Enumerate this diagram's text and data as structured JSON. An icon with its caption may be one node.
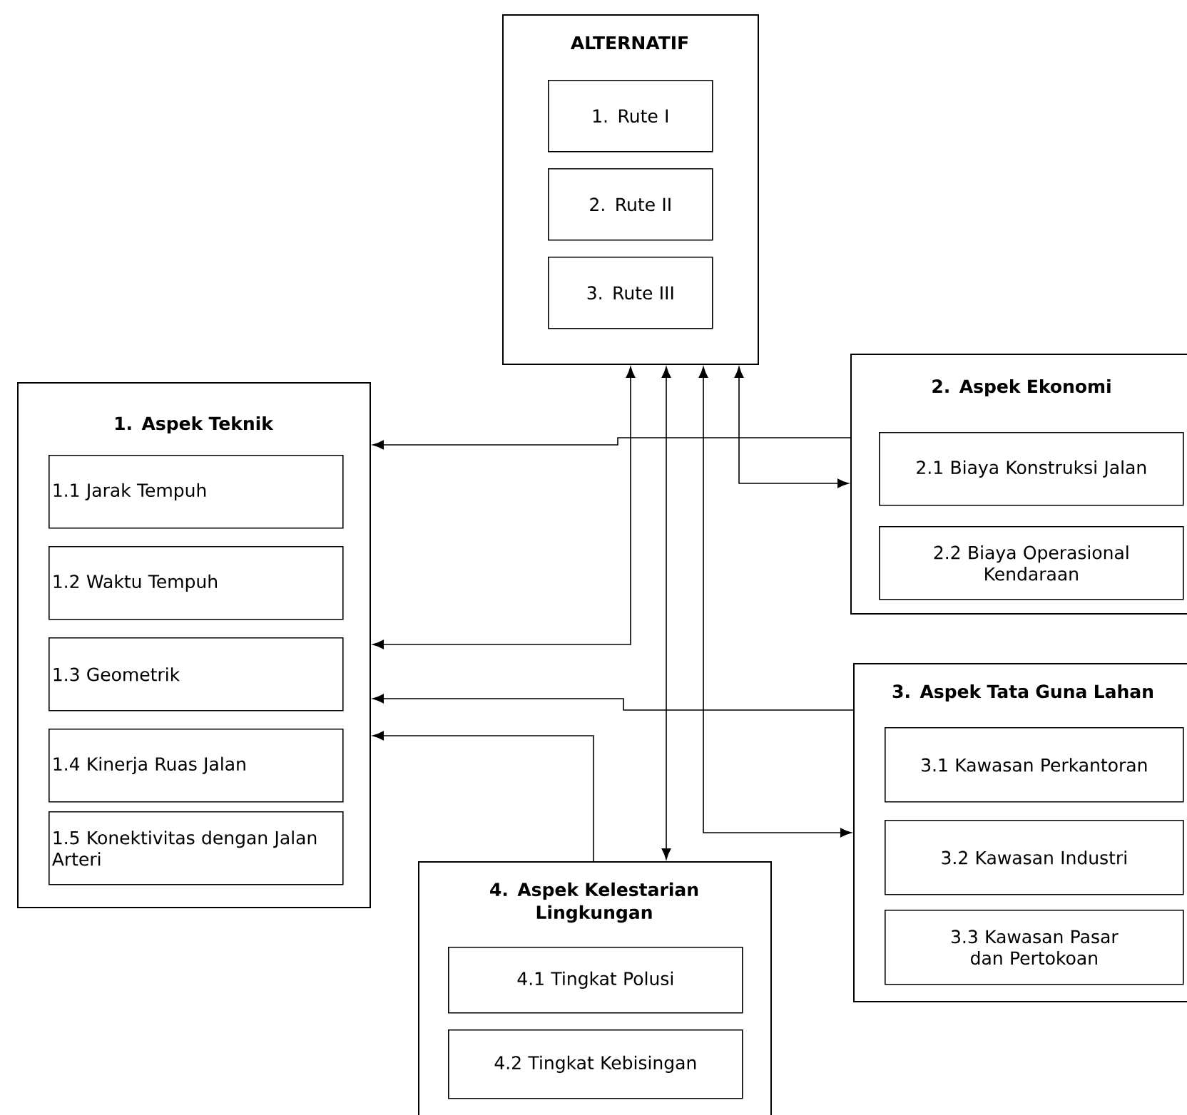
{
  "diagram": {
    "nodes": [
      {
        "text": [
          "ALTERNATIF"
        ]
      },
      {
        "text": [
          "1. Rute I"
        ],
        "in": 0
      },
      {
        "text": [
          "2. Rute II"
        ],
        "in": 0
      },
      {
        "text": [
          "3. Rute III"
        ],
        "in": 0
      },
      {
        "text": [
          "1. Aspek Teknik"
        ]
      },
      {
        "text": [
          "1.1 Jarak Tempuh"
        ],
        "in": 4
      },
      {
        "text": [
          "1.2 Waktu Tempuh"
        ],
        "in": 4
      },
      {
        "text": [
          "1.3 Geometrik"
        ],
        "in": 4
      },
      {
        "text": [
          "1.4 Kinerja Ruas Jalan"
        ],
        "in": 4
      },
      {
        "text": [
          "1.5 Konektivitas dengan Jalan Arteri"
        ],
        "in": 4
      },
      {
        "text": [
          "2. Aspek Ekonomi"
        ]
      },
      {
        "text": [
          "2.1  Biaya Konstruksi Jalan"
        ],
        "in": 10
      },
      {
        "text": [
          "2.2 Biaya Operasional Kendaraan"
        ],
        "in": 10
      },
      {
        "text": [
          "3. Aspek Tata Guna Lahan"
        ]
      },
      {
        "text": [
          "3.1 Kawasan Perkantoran"
        ],
        "in": 13
      },
      {
        "text": [
          "3.2 Kawasan Industri"
        ],
        "in": 13
      },
      {
        "text": [
          "3.3 Kawasan Pasar dan Pertokoan"
        ],
        "in": 13
      },
      {
        "text": [
          "4. Aspek Kelestarian Lingkungan"
        ]
      },
      {
        "text": [
          "4.1 Tingkat Polusi"
        ],
        "in": 17
      },
      {
        "text": [
          "4.2 Tingkat Kebisingan"
        ],
        "in": 17
      }
    ],
    "edges": [
      {
        "from": 10,
        "to": 4,
        "arrow": "to"
      },
      {
        "from": 0,
        "to": 4,
        "arrow": "both"
      },
      {
        "from": 13,
        "to": 4,
        "arrow": "to"
      },
      {
        "from": 17,
        "to": 4,
        "arrow": "to"
      },
      {
        "from": 0,
        "to": 17,
        "arrow": "both"
      },
      {
        "from": 0,
        "to": 13,
        "arrow": "both"
      },
      {
        "from": 0,
        "to": 10,
        "arrow": "both"
      }
    ]
  }
}
